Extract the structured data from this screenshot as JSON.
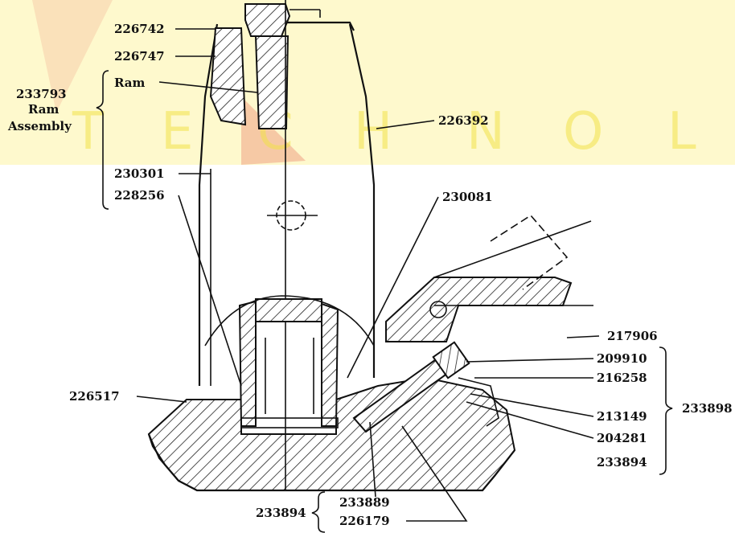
{
  "watermark": {
    "letters": [
      "T",
      "E",
      "C",
      "H",
      "N",
      "O",
      "L"
    ],
    "color": "#f5e642",
    "logo_color": "#e03a2f"
  },
  "labels": {
    "p226742": "226742",
    "p226747": "226747",
    "ram": "Ram",
    "asm_num": "233793",
    "asm_ram": "Ram",
    "asm_assembly": "Assembly",
    "p226392": "226392",
    "p230301": "230301",
    "p228256": "228256",
    "p230081": "230081",
    "p217906": "217906",
    "p209910": "209910",
    "p216258": "216258",
    "p226517": "226517",
    "p213149": "213149",
    "p204281": "204281",
    "p233894_right": "233894",
    "p233898": "233898",
    "p233894_left": "233894",
    "p233889": "233889",
    "p226179": "226179"
  }
}
